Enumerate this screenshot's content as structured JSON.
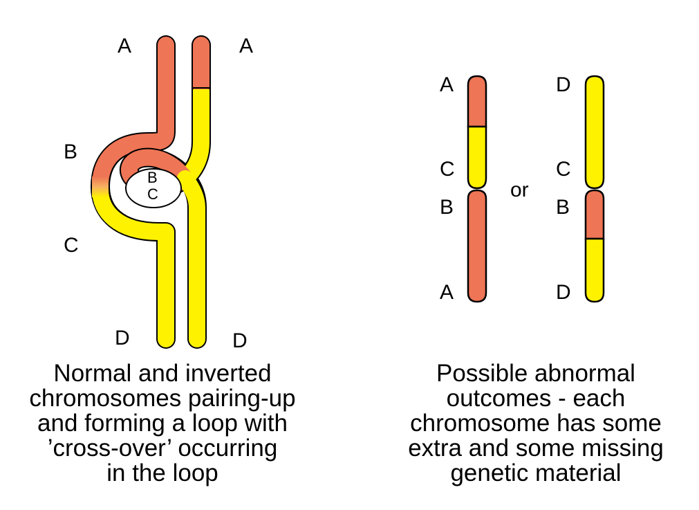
{
  "left_diagram": {
    "labels": {
      "a_left": "A",
      "a_right": "A",
      "b": "B",
      "c": "C",
      "d_left": "D",
      "d_right": "D",
      "loop_b": "B",
      "loop_c": "C"
    },
    "caption": [
      "Normal and inverted",
      "chromosomes pairing-up",
      "and forming a loop with",
      "’cross-over’ occurring",
      "in the loop"
    ]
  },
  "right_diagram": {
    "chrom1": {
      "top": "A",
      "mid1": "C",
      "mid2": "B",
      "bottom": "A"
    },
    "or_text": "or",
    "chrom2": {
      "top": "D",
      "mid1": "C",
      "mid2": "B",
      "bottom": "D"
    },
    "caption": [
      "Possible abnormal",
      "outcomes - each",
      "chromosome has some",
      "extra and some missing",
      "genetic material"
    ]
  },
  "colors": {
    "orange": "#EE7555",
    "yellow": "#FFF200",
    "outline": "#000000"
  }
}
